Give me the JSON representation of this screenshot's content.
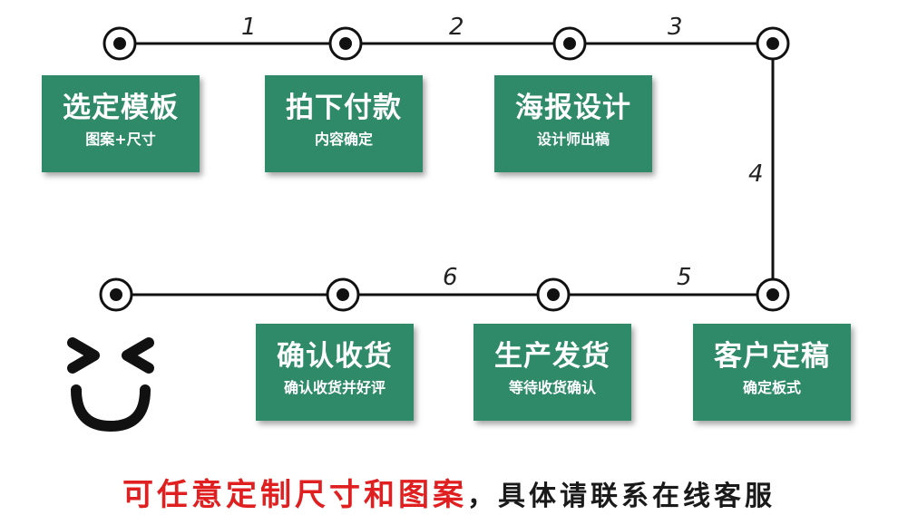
{
  "colors": {
    "box": "#2e8a69",
    "line": "#111111",
    "accent": "#e02020"
  },
  "steps": [
    {
      "title": "选定模板",
      "subtitle": "图案+尺寸"
    },
    {
      "title": "拍下付款",
      "subtitle": "内容确定"
    },
    {
      "title": "海报设计",
      "subtitle": "设计师出稿"
    },
    {
      "title": "客户定稿",
      "subtitle": "确定板式"
    },
    {
      "title": "生产发货",
      "subtitle": "等待收货确认"
    },
    {
      "title": "确认收货",
      "subtitle": "确认收货并好评"
    }
  ],
  "step_numbers": [
    "1",
    "2",
    "3",
    "4",
    "5",
    "6"
  ],
  "footer": {
    "red_text": "可任意定制尺寸和图案",
    "black_text": "，具体请联系在线客服"
  },
  "decoration": {
    "face_icon": "smiley-face-icon"
  }
}
